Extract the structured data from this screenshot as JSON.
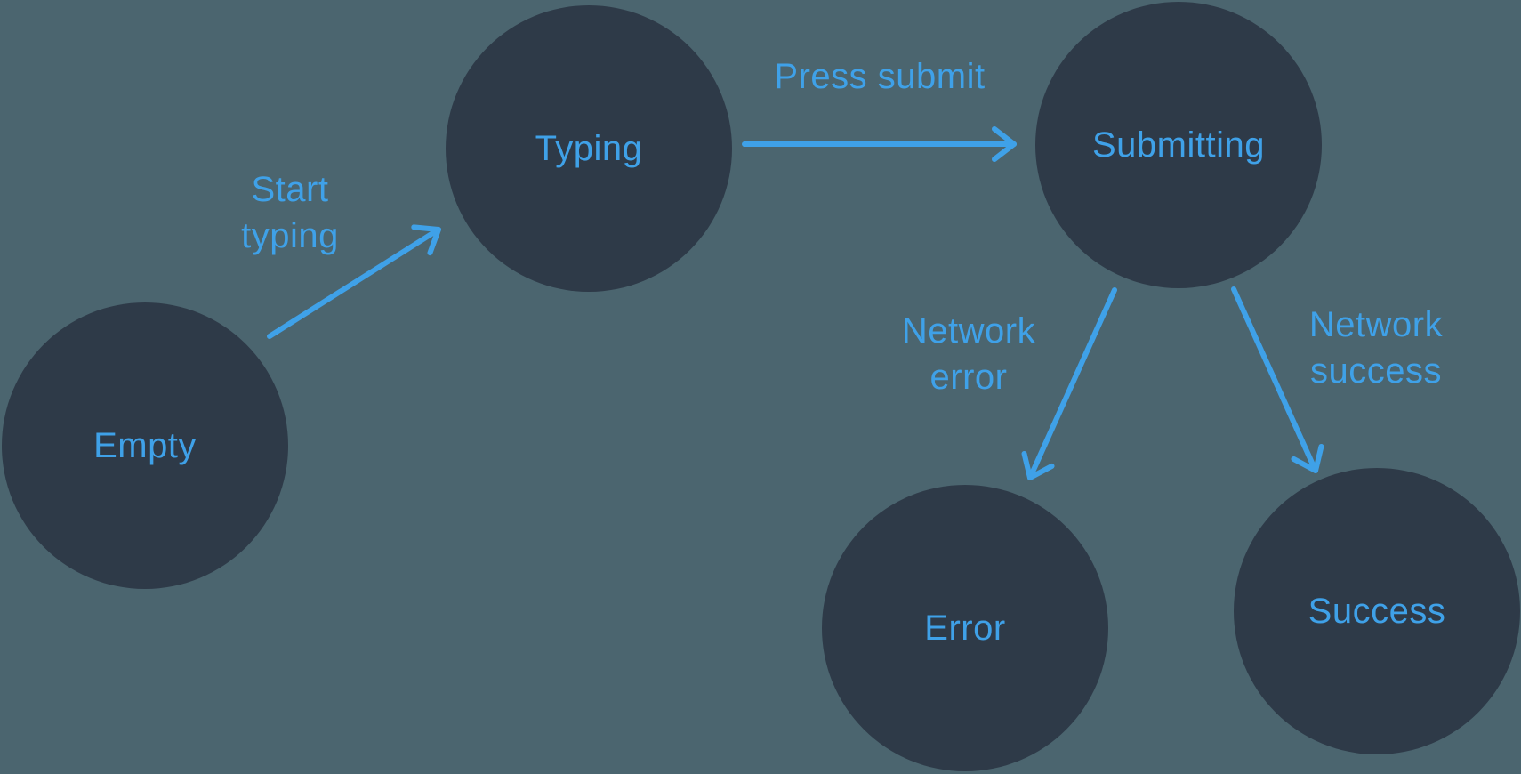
{
  "colors": {
    "background": "#4B656F",
    "node-fill": "#2E3A48",
    "accent": "#3FA1E8"
  },
  "diagram": {
    "type": "state-machine",
    "nodes": [
      {
        "id": "empty",
        "label": "Empty"
      },
      {
        "id": "typing",
        "label": "Typing"
      },
      {
        "id": "submitting",
        "label": "Submitting"
      },
      {
        "id": "error",
        "label": "Error"
      },
      {
        "id": "success",
        "label": "Success"
      }
    ],
    "edges": [
      {
        "from": "empty",
        "to": "typing",
        "label": "Start typing"
      },
      {
        "from": "typing",
        "to": "submitting",
        "label": "Press submit"
      },
      {
        "from": "submitting",
        "to": "error",
        "label": "Network error"
      },
      {
        "from": "submitting",
        "to": "success",
        "label": "Network success"
      }
    ]
  }
}
